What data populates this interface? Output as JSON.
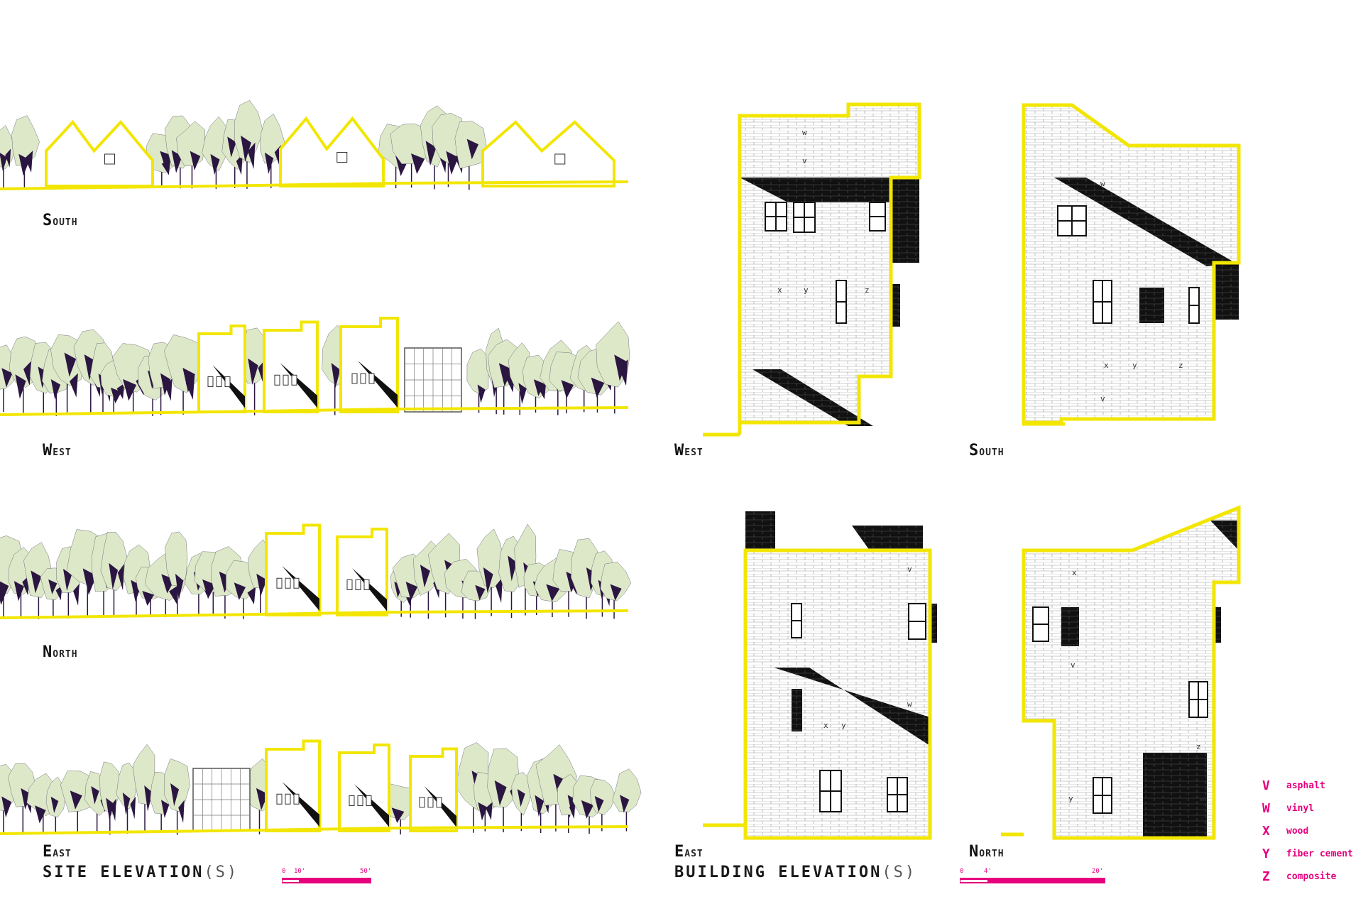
{
  "site_elevations": {
    "title": "SITE ELEVATION",
    "title_suffix": "(S)",
    "views": [
      "South",
      "West",
      "North",
      "East"
    ],
    "scale": {
      "ticks": [
        "0",
        "10'",
        "50'"
      ]
    }
  },
  "building_elevations": {
    "title": "BUILDING ELEVATION",
    "title_suffix": "(S)",
    "views": [
      "West",
      "South",
      "East",
      "North"
    ],
    "scale": {
      "ticks": [
        "0",
        "4'",
        "20'"
      ]
    }
  },
  "material_tags": {
    "west": [
      "w",
      "v",
      "x",
      "y",
      "z"
    ],
    "south": [
      "w",
      "x",
      "y",
      "z",
      "v"
    ],
    "east": [
      "v",
      "w",
      "x",
      "y"
    ],
    "north": [
      "x",
      "v",
      "z",
      "y",
      "w"
    ]
  },
  "legend": [
    {
      "key": "V",
      "label": "asphalt"
    },
    {
      "key": "W",
      "label": "vinyl"
    },
    {
      "key": "X",
      "label": "wood"
    },
    {
      "key": "Y",
      "label": "fiber cement"
    },
    {
      "key": "Z",
      "label": "composite"
    }
  ],
  "colors": {
    "outline": "#f2e600",
    "foliage": "#dde8c8",
    "shade": "#2b1642",
    "accent": "#e6007e"
  }
}
